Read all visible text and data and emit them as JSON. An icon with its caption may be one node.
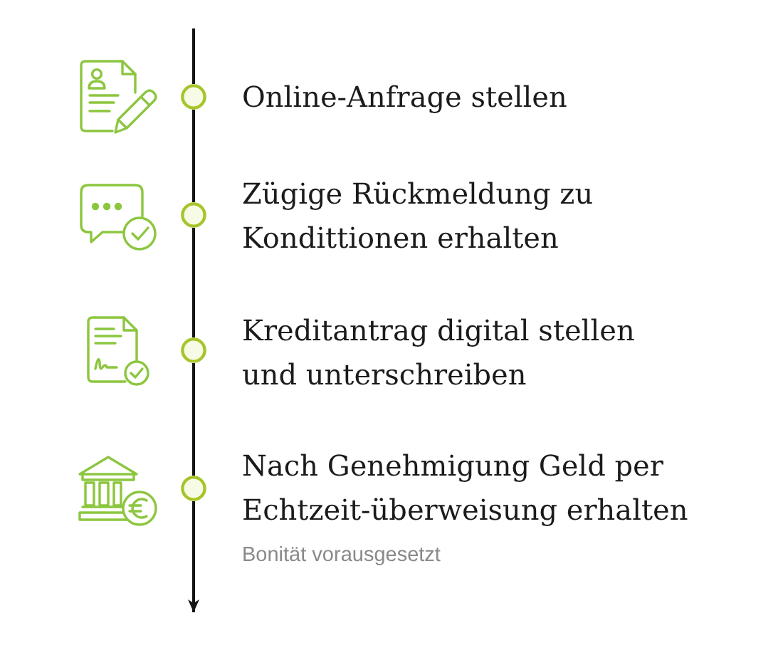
{
  "diagram": {
    "nodes": [
      {
        "text": [],
        "shape": "circle",
        "beside": [
          "Online-Anfrage stellen"
        ]
      },
      {
        "text": [],
        "shape": "circle",
        "beside": [
          "Zügige Rückmeldung zu Kondittionen erhalten"
        ]
      },
      {
        "text": [],
        "shape": "circle",
        "beside": [
          "Kreditantrag digital stellen und unterschreiben"
        ]
      },
      {
        "text": [],
        "shape": "circle",
        "beside": [
          "Nach Genehmigung Geld per Echtzeit-überweisung erhalten",
          "Bonität vorausgesetzt"
        ]
      }
    ],
    "edges": [
      {
        "from": null,
        "to": 0,
        "arrow": "none"
      },
      {
        "from": 0,
        "to": 1,
        "arrow": "none"
      },
      {
        "from": 1,
        "to": 2,
        "arrow": "none"
      },
      {
        "from": 2,
        "to": 3,
        "arrow": "none"
      },
      {
        "from": 3,
        "to": null,
        "arrow": "to"
      }
    ]
  }
}
